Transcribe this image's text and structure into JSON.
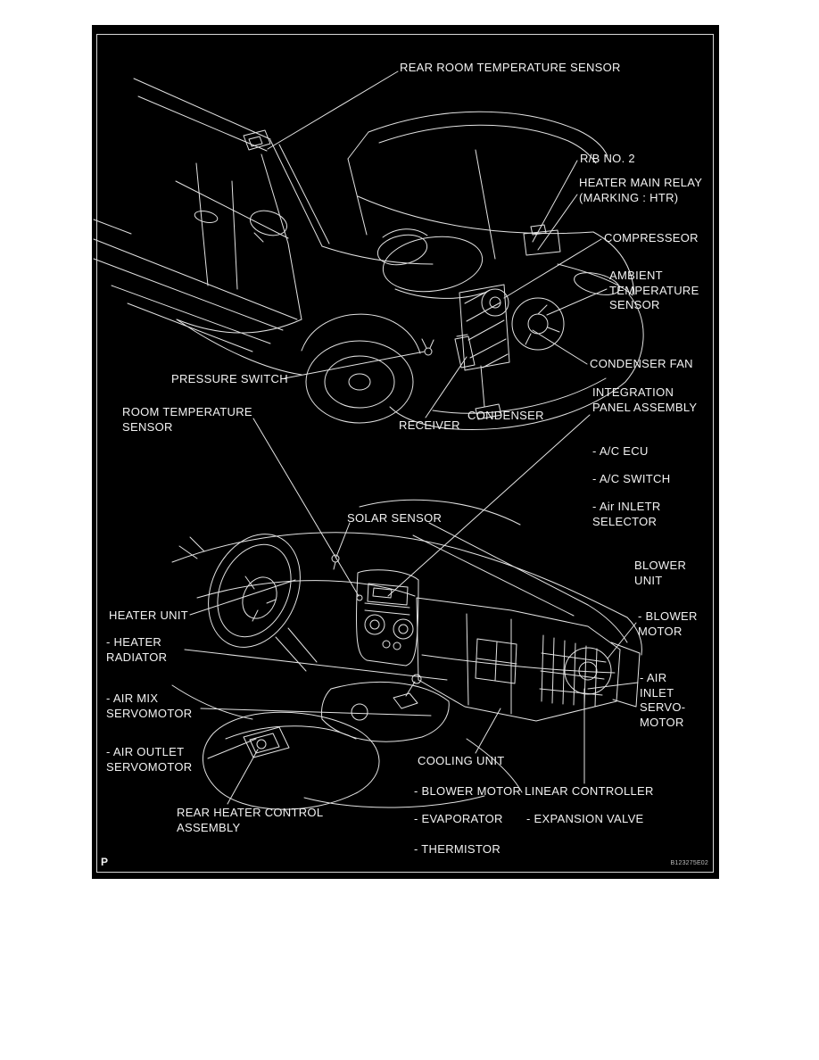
{
  "panel": {
    "background": "#000000",
    "line_color": "#e3e3e3",
    "text_color": "#f2f2f2",
    "inner_border_color": "#d9d9d9",
    "footer_left": "P",
    "figure_code": "B123275E02"
  },
  "labels": [
    {
      "id": "rear-room-temperature-sensor",
      "text": "REAR ROOM TEMPERATURE SENSOR"
    },
    {
      "id": "rb-no-2",
      "text": "R/B NO. 2"
    },
    {
      "id": "heater-main-relay",
      "text": "HEATER MAIN RELAY\n(MARKING : HTR)"
    },
    {
      "id": "compresseor",
      "text": "COMPRESSEOR"
    },
    {
      "id": "ambient-temperature-sensor",
      "text": "AMBIENT\nTEMPERATURE\nSENSOR"
    },
    {
      "id": "condenser-fan",
      "text": "CONDENSER FAN"
    },
    {
      "id": "pressure-switch",
      "text": "PRESSURE SWITCH"
    },
    {
      "id": "integration-panel-assembly",
      "text": "INTEGRATION\nPANEL ASSEMBLY"
    },
    {
      "id": "room-temperature-sensor",
      "text": "ROOM TEMPERATURE\nSENSOR"
    },
    {
      "id": "receiver",
      "text": "RECEIVER"
    },
    {
      "id": "condenser",
      "text": "CONDENSER"
    },
    {
      "id": "ac-ecu",
      "text": "- A/C ECU"
    },
    {
      "id": "ac-switch",
      "text": "- A/C SWITCH"
    },
    {
      "id": "air-inletr-selector",
      "text": "- Air INLETR\nSELECTOR"
    },
    {
      "id": "solar-sensor",
      "text": "SOLAR SENSOR"
    },
    {
      "id": "blower-unit",
      "text": "BLOWER\nUNIT"
    },
    {
      "id": "heater-unit",
      "text": "HEATER UNIT"
    },
    {
      "id": "blower-motor",
      "text": "- BLOWER\nMOTOR"
    },
    {
      "id": "heater-radiator",
      "text": "- HEATER\nRADIATOR"
    },
    {
      "id": "air-inlet-servomotor",
      "text": "- AIR\nINLET\nSERVO-\nMOTOR"
    },
    {
      "id": "air-mix-servomotor",
      "text": "- AIR MIX\nSERVOMOTOR"
    },
    {
      "id": "air-outlet-servomotor",
      "text": "- AIR OUTLET\nSERVOMOTOR"
    },
    {
      "id": "cooling-unit",
      "text": "COOLING UNIT"
    },
    {
      "id": "blower-motor-linear-controller",
      "text": "- BLOWER MOTOR LINEAR CONTROLLER"
    },
    {
      "id": "rear-heater-control-assembly",
      "text": "REAR HEATER CONTROL\nASSEMBLY"
    },
    {
      "id": "evaporator",
      "text": "- EVAPORATOR"
    },
    {
      "id": "expansion-valve",
      "text": "- EXPANSION VALVE"
    },
    {
      "id": "thermistor",
      "text": "- THERMISTOR"
    }
  ]
}
